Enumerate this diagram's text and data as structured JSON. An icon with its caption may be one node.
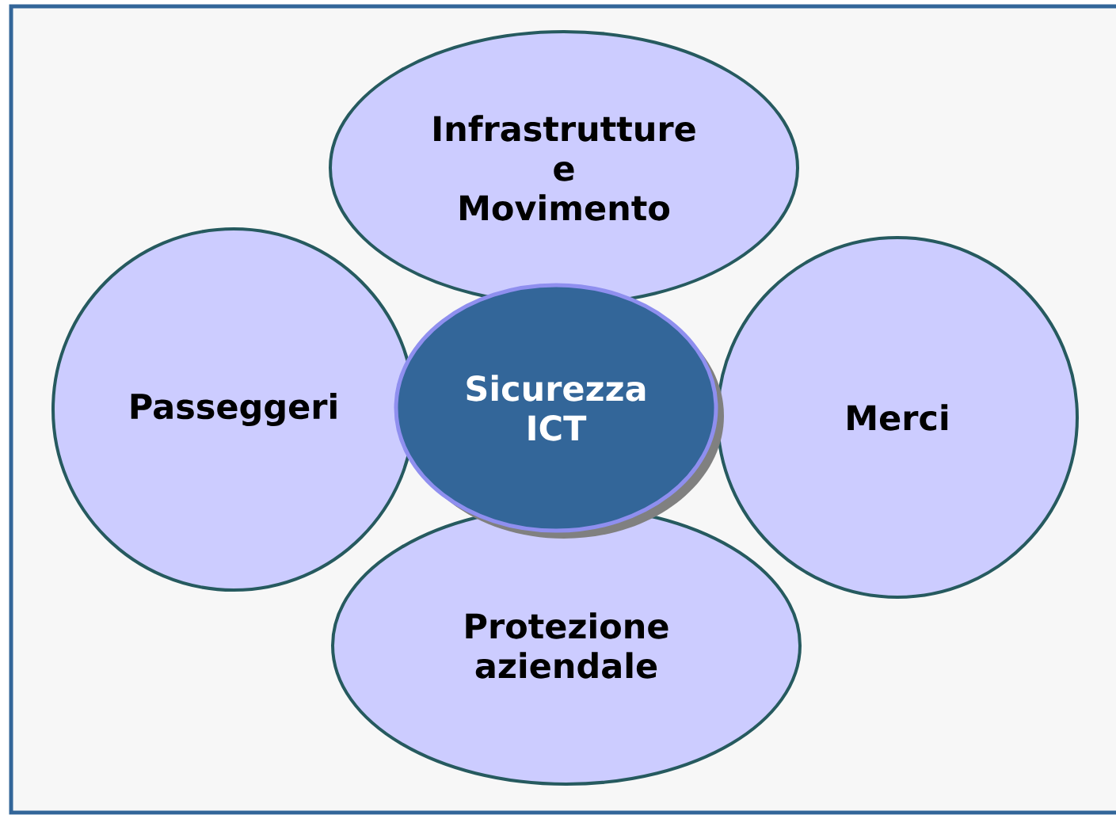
{
  "diagram": {
    "nodes": [
      {
        "text": [
          "Infrastrutture e Movimento"
        ]
      },
      {
        "text": [
          "Passeggeri"
        ]
      },
      {
        "text": [
          "Sicurezza ICT"
        ]
      },
      {
        "text": [
          "Merci"
        ]
      },
      {
        "text": [
          "Protezione aziendale"
        ]
      }
    ],
    "edges": []
  }
}
